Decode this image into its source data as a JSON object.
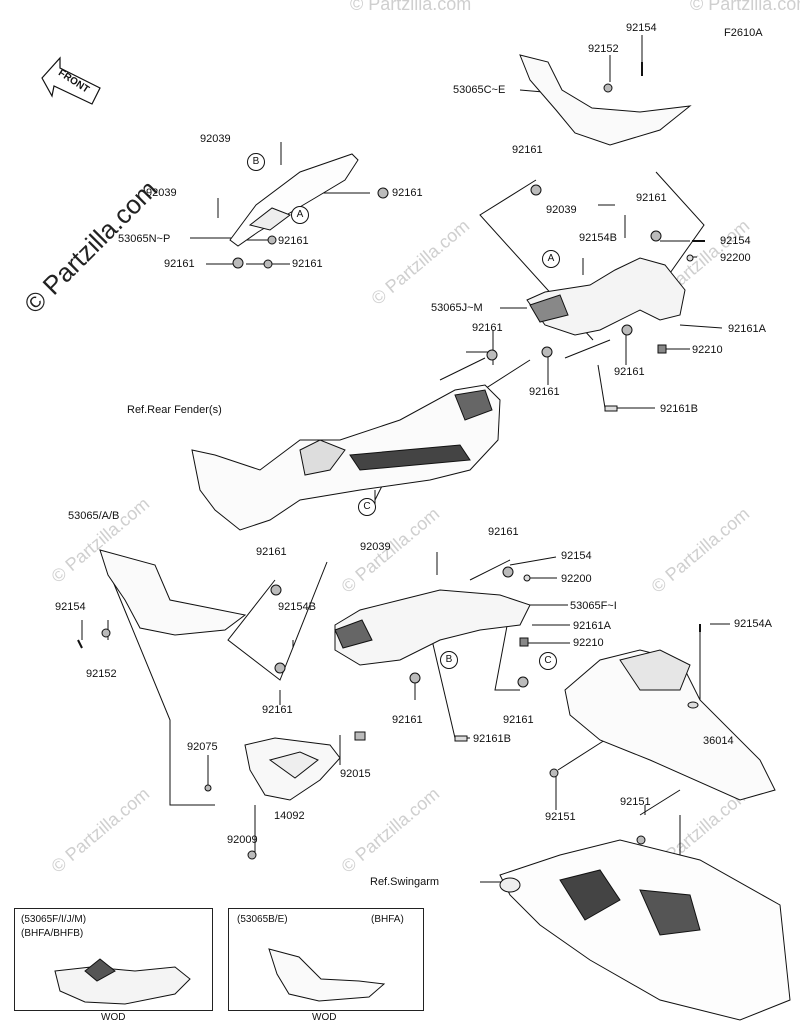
{
  "diagram": {
    "code": "F2610A",
    "front_label": "FRONT",
    "watermark_main": "© Partzilla.com",
    "watermark_faint": "© Partzilla.com",
    "callouts": [
      "A",
      "B",
      "C"
    ],
    "refs": {
      "rear_fender": "Ref.Rear Fender(s)",
      "swingarm": "Ref.Swingarm"
    },
    "labels": {
      "l92154_top": "92154",
      "l92152_top": "92152",
      "l53065C": "53065C~E",
      "l92039_a": "92039",
      "l92039_b": "92039",
      "l53065N": "53065N~P",
      "l92161_a": "92161",
      "l92161_b": "92161",
      "l92161_c": "92161",
      "l92161_d": "92161",
      "l92161_e": "92161",
      "l92039_c": "92039",
      "l92161_f": "92161",
      "l92154B_a": "92154B",
      "l92154_r": "92154",
      "l92200_a": "92200",
      "l53065J": "53065J~M",
      "l92161A_a": "92161A",
      "l92161_g": "92161",
      "l92210_a": "92210",
      "l92161_h": "92161",
      "l92161_i": "92161",
      "l92161B_a": "92161B",
      "l53065AB": "53065/A/B",
      "l92161_j": "92161",
      "l92039_d": "92039",
      "l92161_k": "92161",
      "l92154_m": "92154",
      "l92200_b": "92200",
      "l92154_left": "92154",
      "l92154B_b": "92154B",
      "l53065F": "53065F~I",
      "l92161A_b": "92161A",
      "l92210_b": "92210",
      "l92152_left": "92152",
      "l92154A": "92154A",
      "l92161_l": "92161",
      "l92161_m": "92161",
      "l92161_n": "92161",
      "l92161B_b": "92161B",
      "l36014": "36014",
      "l92075": "92075",
      "l92015": "92015",
      "l14092": "14092",
      "l92009": "92009",
      "l92151_a": "92151",
      "l92151_b": "92151"
    },
    "inset_left": {
      "line1": "(53065F/I/J/M)",
      "line2": "(BHFA/BHFB)",
      "footer": "WOD"
    },
    "inset_right": {
      "line1": "(53065B/E)",
      "line1b": "(BHFA)",
      "footer": "WOD"
    }
  }
}
